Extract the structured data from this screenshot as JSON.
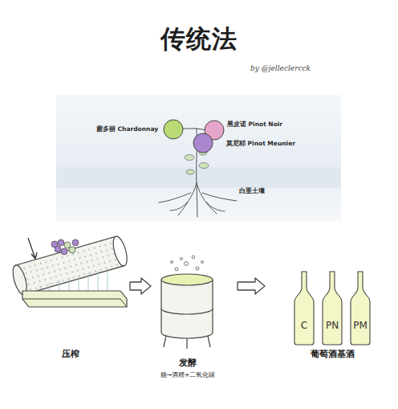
{
  "diagram": {
    "title": "传统法",
    "nodes": [
      {
        "text": [
          "压榨"
        ]
      },
      {
        "text": [
          "发酵",
          "糖→酒精+二氧化碳"
        ]
      },
      {
        "text": [
          "葡萄酒基酒"
        ]
      },
      {
        "text": [
          "C"
        ],
        "in": 2
      },
      {
        "text": [
          "PN"
        ],
        "in": 2
      },
      {
        "text": [
          "PM"
        ],
        "in": 2
      }
    ],
    "edges": [
      {
        "from": 0,
        "to": 1,
        "arrow": "to"
      },
      {
        "from": 1,
        "to": 2,
        "arrow": "to"
      }
    ],
    "labels": [
      "by @jelleclercck",
      "霞多丽 Chardonnay",
      "黑皮诺 Pinot Noir",
      "莫尼耶 Pinot Meunier",
      "白垩土壤"
    ]
  }
}
